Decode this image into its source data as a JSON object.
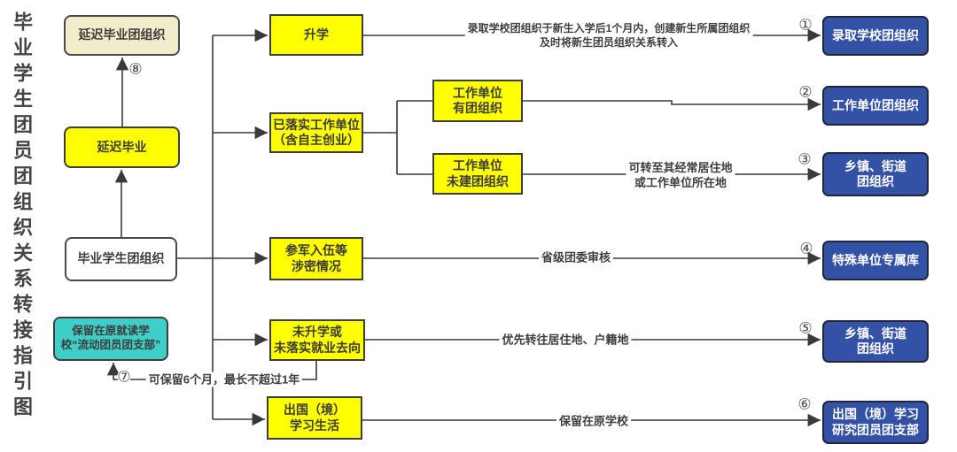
{
  "diagram_title": "毕业学生团员团组织关系转接指引图",
  "colors": {
    "yellow": "#FFFF00",
    "beige": "#F1EDCB",
    "teal": "#40CFC8",
    "blue": "#3351A5",
    "line": "#3A3A3A"
  },
  "nodes": {
    "delayed_grad_org": {
      "label": [
        "延迟毕业团组织"
      ]
    },
    "delayed_grad": {
      "label": [
        "延迟毕业"
      ]
    },
    "grad_student_org": {
      "label": [
        "毕业学生团组织"
      ]
    },
    "retained_branch": {
      "label": [
        "保留在原就读学",
        "校“流动团员团支部”"
      ]
    },
    "further_study": {
      "label": [
        "升学"
      ]
    },
    "employed": {
      "label": [
        "已落实工作单位",
        "（含自主创业）"
      ]
    },
    "employer_has_org": {
      "label": [
        "工作单位",
        "有团组织"
      ]
    },
    "employer_no_org": {
      "label": [
        "工作单位",
        "未建团组织"
      ]
    },
    "military_classified": {
      "label": [
        "参军入伍等",
        "涉密情况"
      ]
    },
    "not_employed": {
      "label": [
        "未升学或",
        "未落实就业去向"
      ]
    },
    "study_abroad": {
      "label": [
        "出国（境）",
        "学习生活"
      ]
    }
  },
  "destinations": {
    "d1": {
      "num": "①",
      "label": [
        "录取学校团组织"
      ]
    },
    "d2": {
      "num": "②",
      "label": [
        "工作单位团组织"
      ]
    },
    "d3": {
      "num": "③",
      "label": [
        "乡镇、街道",
        "团组织"
      ]
    },
    "d4": {
      "num": "④",
      "label": [
        "特殊单位专属库"
      ]
    },
    "d5": {
      "num": "⑤",
      "label": [
        "乡镇、街道",
        "团组织"
      ]
    },
    "d6": {
      "num": "⑥",
      "label": [
        "出国（境）学习",
        "研究团员团支部"
      ]
    }
  },
  "step_numbers": {
    "n7": "⑦",
    "n8": "⑧"
  },
  "annotations": {
    "admission": [
      "录取学校团组织于新生入学后1个月内，创建新生所属团组织",
      "及时将新生团员组织关系转入"
    ],
    "residence_or_work": [
      "可转至其经常居住地",
      "或工作单位所在地"
    ],
    "provincial_review": [
      "省级团委审核"
    ],
    "priority_residence": [
      "优先转往居住地、户籍地"
    ],
    "remain_school": [
      "保留在原学校"
    ],
    "retain_6months": [
      "可保留6个月，最长不超过1年"
    ]
  }
}
